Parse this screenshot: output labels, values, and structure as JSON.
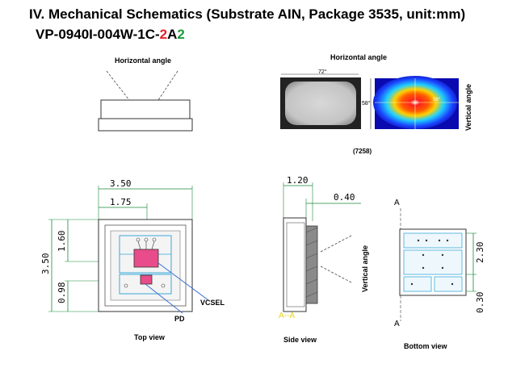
{
  "header": {
    "title": "IV. Mechanical Schematics (Substrate AIN, Package 3535, unit:mm)",
    "part_prefix": "VP-0940I-004W-1C-",
    "part_red": "2",
    "part_mid": "A",
    "part_green": "2",
    "color_red": "#e8202a",
    "color_green": "#1a9a3a"
  },
  "angle_diagram": {
    "label": "Horizontal angle"
  },
  "beam_figure": {
    "horizontal_label": "Horizontal angle",
    "vertical_label": "Vertical angle",
    "h_angle": "72°",
    "v_angle": "58°",
    "heat_v_angle": "58°",
    "caption": "(7258)"
  },
  "top_view": {
    "dim_width": "3.50",
    "dim_half": "1.75",
    "dim_height": "3.50",
    "dim_160": "1.60",
    "dim_098": "0.98",
    "vcsel_label": "VCSEL",
    "pd_label": "PD",
    "caption": "Top view"
  },
  "side_view": {
    "dim_120": "1.20",
    "dim_040": "0.40",
    "vertical_label": "Vertical angle",
    "section_label": "A--A",
    "caption": "Side view"
  },
  "bottom_view": {
    "marker_top": "A",
    "marker_bottom": "A",
    "dim_230": "2.30",
    "dim_030": "0.30",
    "caption": "Bottom view"
  }
}
